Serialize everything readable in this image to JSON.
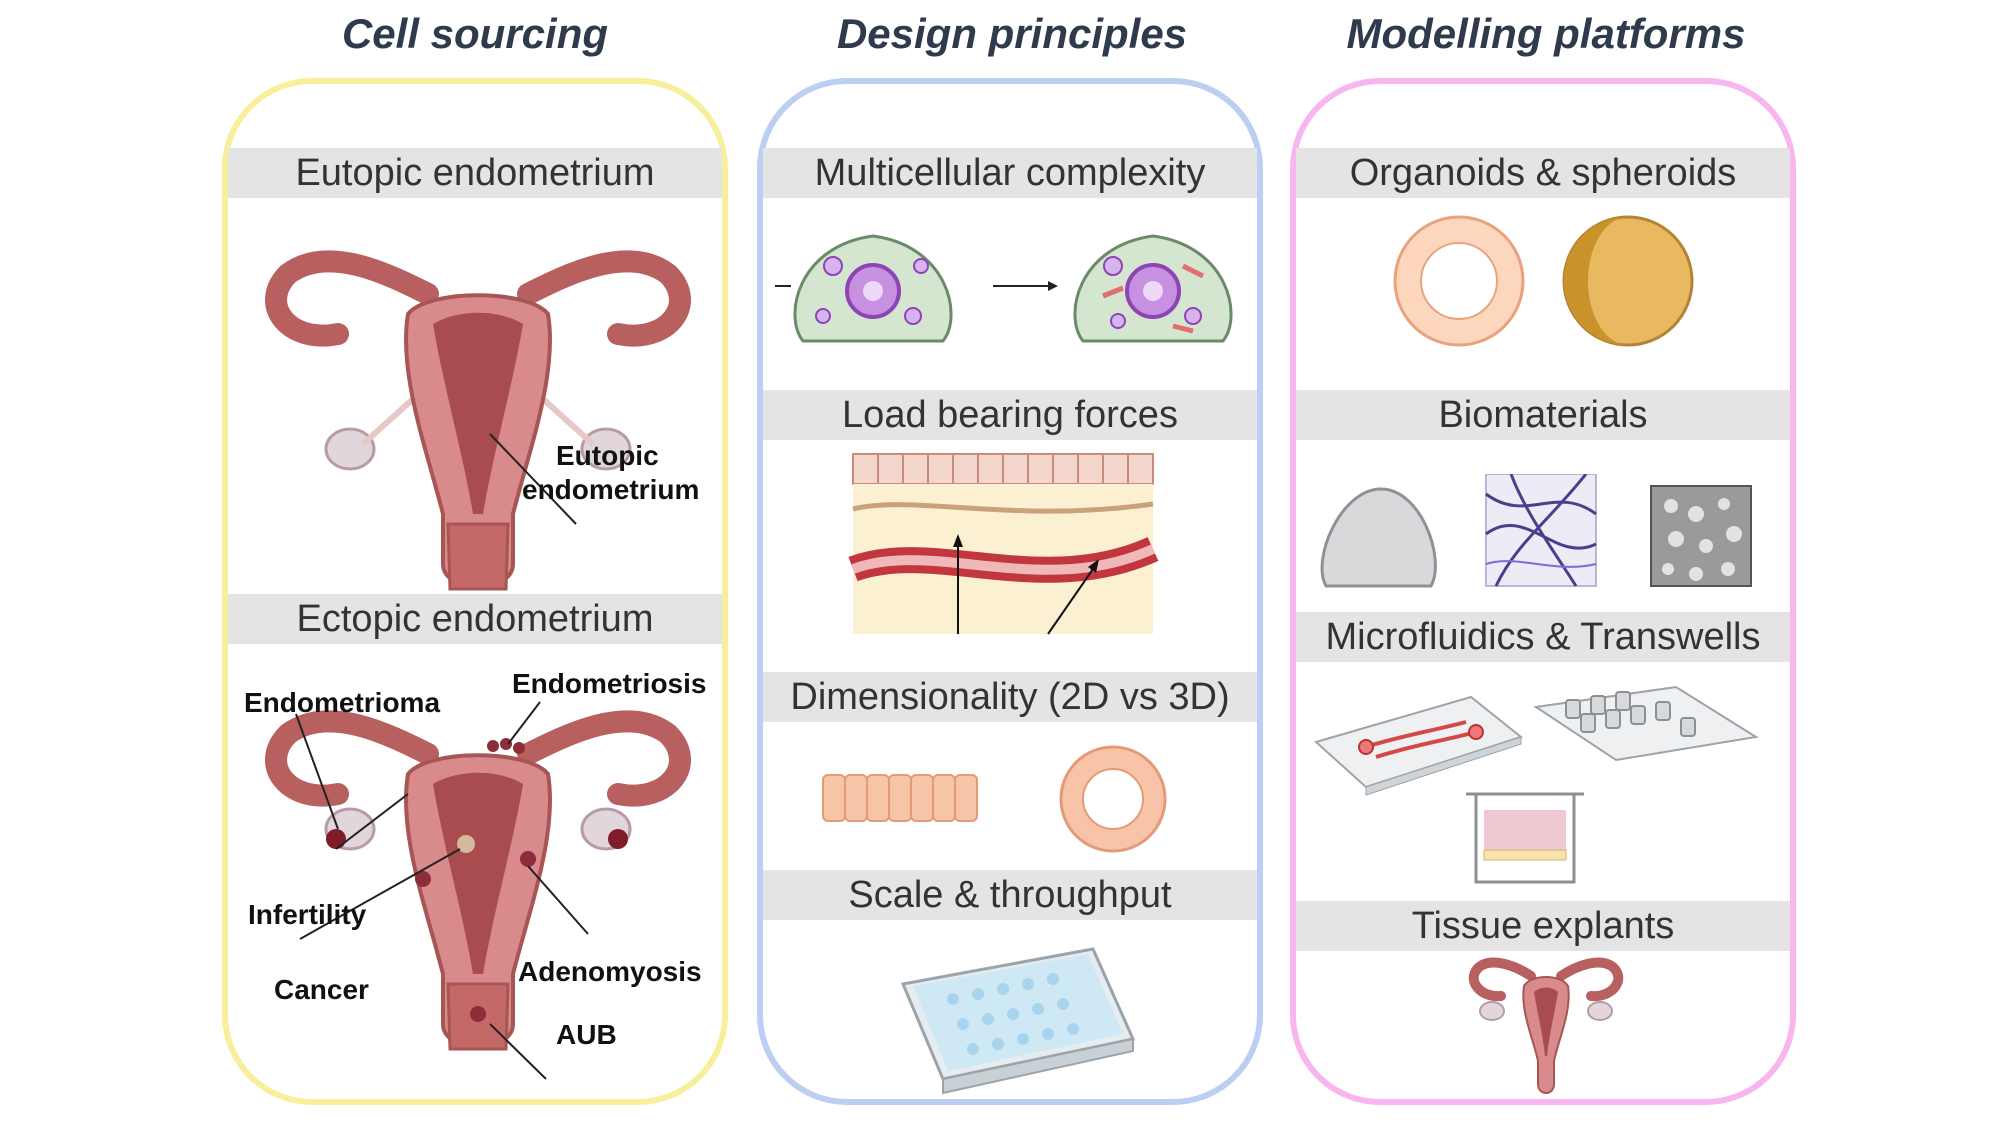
{
  "columns": [
    {
      "title": "Cell sourcing",
      "color": "#f8ef9c"
    },
    {
      "title": "Design principles",
      "color": "#bccff2"
    },
    {
      "title": "Modelling platforms",
      "color": "#f7b6ef"
    }
  ],
  "cell_sourcing": {
    "eutopic_header": "Eutopic endometrium",
    "eutopic_label_1": "Eutopic",
    "eutopic_label_2": "endometrium",
    "ectopic_header": "Ectopic endometrium",
    "labels": {
      "endometrioma": "Endometrioma",
      "endometriosis": "Endometriosis",
      "infertility": "Infertility",
      "cancer": "Cancer",
      "adenomyosis": "Adenomyosis",
      "aub": "AUB"
    }
  },
  "design_principles": {
    "items": [
      "Multicellular complexity",
      "Load bearing forces",
      "Dimensionality (2D vs 3D)",
      "Scale & throughput"
    ]
  },
  "modelling_platforms": {
    "items": [
      "Organoids & spheroids",
      "Biomaterials",
      "Microfluidics & Transwells",
      "Tissue explants"
    ]
  }
}
